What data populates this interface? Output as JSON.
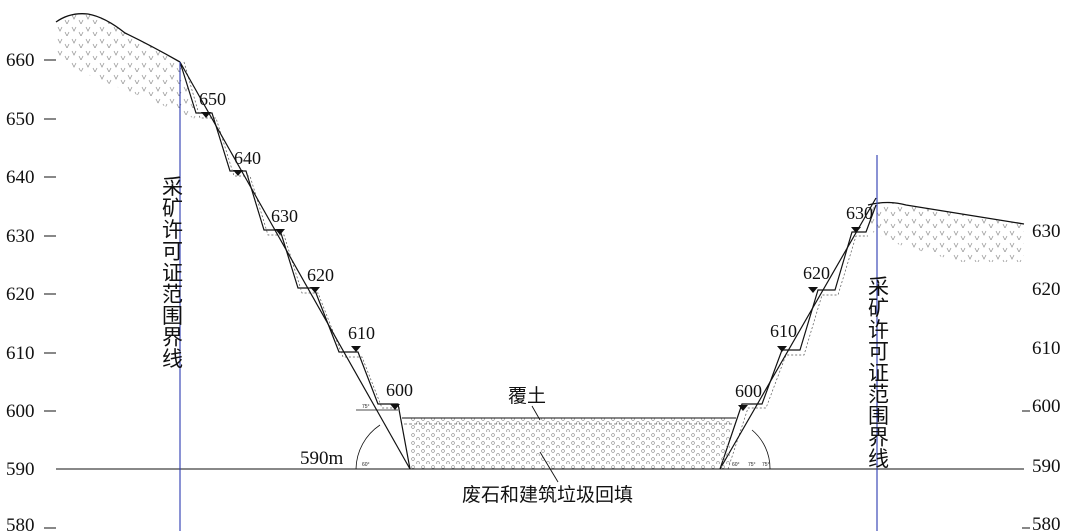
{
  "diagram": {
    "left_axis_labels": [
      "660",
      "650",
      "640",
      "630",
      "620",
      "610",
      "600",
      "590",
      "580"
    ],
    "right_axis_labels": [
      "630",
      "620",
      "610",
      "600",
      "590",
      "580"
    ],
    "left_bench_labels": [
      "650",
      "640",
      "630",
      "620",
      "610",
      "600"
    ],
    "right_bench_labels": [
      "630",
      "620",
      "610",
      "600"
    ],
    "boundary_label": "采矿许可证范围界线",
    "cover_soil_label": "覆土",
    "backfill_label": "废石和建筑垃圾回填",
    "floor_label": "590m",
    "small_angle_labels": [
      "60°",
      "75°",
      "60°",
      "75°",
      "75°"
    ],
    "colors": {
      "boundary_line": "#2a3ab0",
      "ink": "#111111"
    }
  }
}
